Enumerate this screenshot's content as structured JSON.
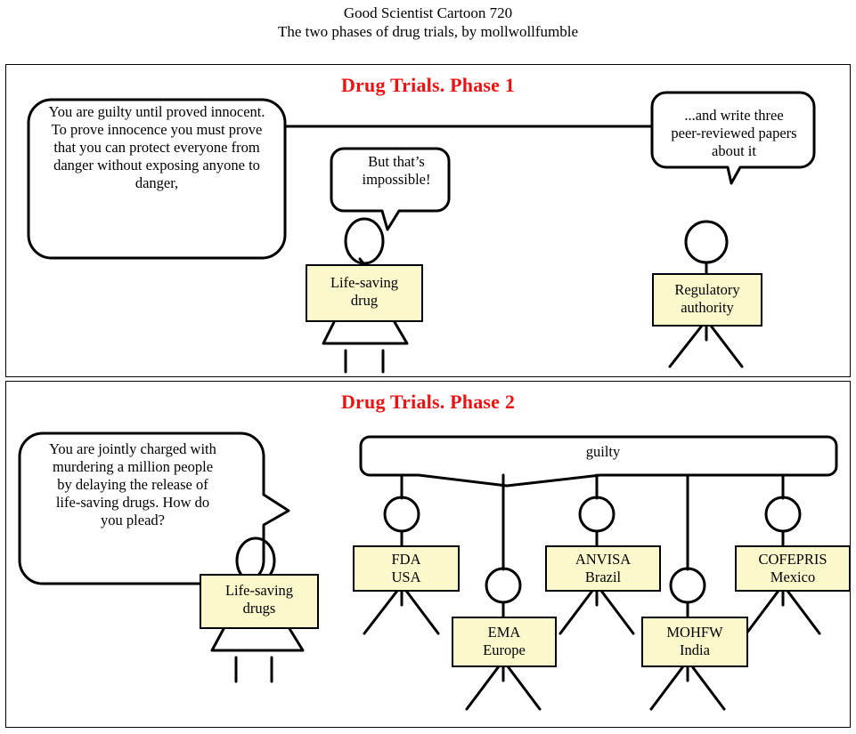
{
  "title": {
    "line1": "Good Scientist Cartoon 720",
    "line2": "The two phases of drug trials, by mollwollfumble"
  },
  "colors": {
    "sign_fill": "#FBF9CC",
    "heading_red": "#EE1111",
    "stroke": "#000000",
    "panel_bg": "#FFFFFF"
  },
  "phase1": {
    "heading": "Drug Trials. Phase 1",
    "bubbles": [
      {
        "id": "authority-statement",
        "text": "You are guilty until proved innocent. To prove innocence you must prove that you can protect everyone from danger without exposing anyone to danger,"
      },
      {
        "id": "drug-reply",
        "text": "But that’s impossible!"
      },
      {
        "id": "authority-continuation",
        "text": "...and write three peer-reviewed papers about it"
      }
    ],
    "figures": [
      {
        "id": "life-saving-drug",
        "label_line1": "Life-saving",
        "label_line2": "drug"
      },
      {
        "id": "regulatory-authority",
        "label_line1": "Regulatory",
        "label_line2": "authority"
      }
    ]
  },
  "phase2": {
    "heading": "Drug Trials. Phase 2",
    "bubbles": [
      {
        "id": "charge-statement",
        "text": "You are jointly charged with murdering a million people by delaying the release of life-saving drugs. How do you plead?"
      }
    ],
    "verdict_bar": {
      "id": "guilty-bar",
      "text": "guilty"
    },
    "defendant": {
      "id": "life-saving-drugs",
      "label_line1": "Life-saving",
      "label_line2": "drugs"
    },
    "agencies": [
      {
        "id": "fda",
        "line1": "FDA",
        "line2": "USA"
      },
      {
        "id": "ema",
        "line1": "EMA",
        "line2": "Europe"
      },
      {
        "id": "anvisa",
        "line1": "ANVISA",
        "line2": "Brazil"
      },
      {
        "id": "mohfw",
        "line1": "MOHFW",
        "line2": "India"
      },
      {
        "id": "cofepris",
        "line1": "COFEPRIS",
        "line2": "Mexico"
      }
    ]
  }
}
